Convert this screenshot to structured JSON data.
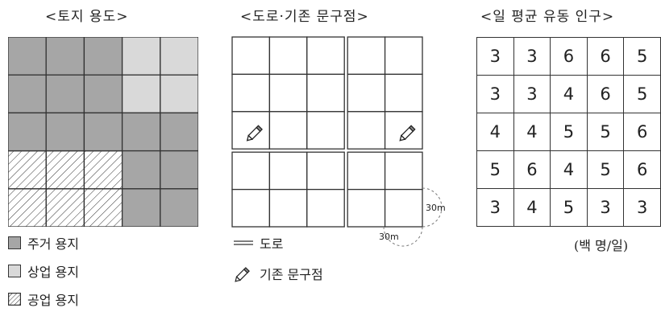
{
  "panels": {
    "landuse_title": "<토지 용도>",
    "road_title": "<도로·기존 문구점>",
    "population_title": "<일 평균 유동 인구>"
  },
  "landuse": {
    "grid": [
      [
        "residential",
        "residential",
        "residential",
        "commercial",
        "commercial"
      ],
      [
        "residential",
        "residential",
        "residential",
        "commercial",
        "commercial"
      ],
      [
        "residential",
        "residential",
        "residential",
        "residential",
        "residential"
      ],
      [
        "industrial",
        "industrial",
        "industrial",
        "residential",
        "residential"
      ],
      [
        "industrial",
        "industrial",
        "industrial",
        "residential",
        "residential"
      ]
    ],
    "colors": {
      "residential": "#a6a6a6",
      "commercial": "#d9d9d9",
      "industrial": "#ffffff",
      "border": "#333333"
    },
    "legend": {
      "residential": "주거 용지",
      "commercial": "상업 용지",
      "industrial": "공업 용지"
    }
  },
  "road_map": {
    "road_gap_after_col": 3,
    "road_gap_after_row": 3,
    "existing_stores": [
      {
        "row": 3,
        "col": 1
      },
      {
        "row": 3,
        "col": 5
      }
    ],
    "dimension_right": "30m",
    "dimension_bottom": "30m",
    "legend": {
      "road": "도로",
      "store": "기존 문구점"
    },
    "store_icon": "pencil-icon"
  },
  "population": {
    "grid": [
      [
        3,
        3,
        6,
        6,
        5
      ],
      [
        3,
        3,
        4,
        6,
        5
      ],
      [
        4,
        4,
        5,
        5,
        6
      ],
      [
        5,
        6,
        4,
        5,
        6
      ],
      [
        3,
        4,
        5,
        3,
        3
      ]
    ],
    "unit": "(백 명/일)"
  }
}
